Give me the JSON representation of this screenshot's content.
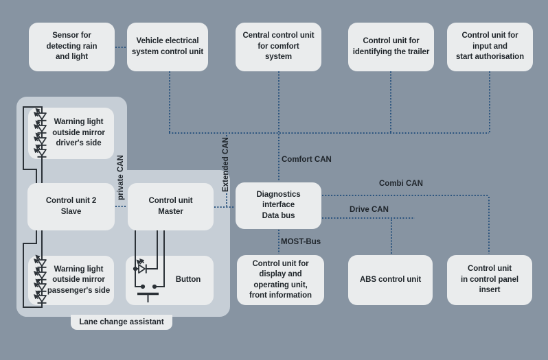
{
  "colors": {
    "background": "#8794a2",
    "group_fill": "#c6ced6",
    "node_fill": "#eaeced",
    "bus_line": "#2a537e",
    "wire_line": "#2b3137",
    "text": "#1f252a"
  },
  "nodes": {
    "sensor": {
      "label": "Sensor for\ndetecting rain\nand light"
    },
    "vehicle": {
      "label": "Vehicle electrical\nsystem control unit"
    },
    "central": {
      "label": "Central control unit\nfor comfort\nsystem"
    },
    "trailer": {
      "label": "Control unit for\nidentifying the trailer"
    },
    "input_start": {
      "label": "Control unit for\ninput and\nstart authorisation"
    },
    "diag": {
      "label": "Diagnostics\ninterface\nData bus"
    },
    "display": {
      "label": "Control unit for\ndisplay and\noperating unit,\nfront information"
    },
    "abs": {
      "label": "ABS control unit"
    },
    "panel": {
      "label": "Control unit\nin control panel\ninsert"
    },
    "warn_driver": {
      "label": "Warning light\noutside mirror\ndriver's side"
    },
    "slave": {
      "label": "Control unit 2\nSlave"
    },
    "master": {
      "label": "Control unit\nMaster"
    },
    "warn_pass": {
      "label": "Warning light\noutside mirror\npassenger's side"
    },
    "button": {
      "label": "Button"
    }
  },
  "bus_labels": {
    "comfort": "Comfort CAN",
    "combi": "Combi CAN",
    "drive": "Drive CAN",
    "most": "MOST-Bus",
    "extended": "Extended CAN",
    "private": "private CAN"
  },
  "group": {
    "label": "Lane change assistant"
  }
}
